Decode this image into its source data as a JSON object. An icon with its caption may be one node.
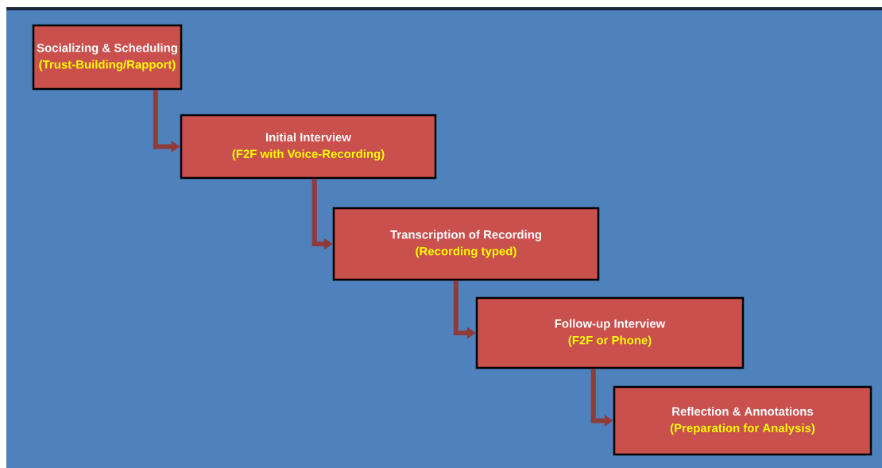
{
  "diagram": {
    "nodes": [
      {
        "text": [
          "Socializing & Scheduling",
          "(Trust-Building/Rapport)"
        ]
      },
      {
        "text": [
          "Initial Interview",
          "(F2F with Voice-Recording)"
        ]
      },
      {
        "text": [
          "Transcription of Recording",
          "(Recording typed)"
        ]
      },
      {
        "text": [
          "Follow-up Interview",
          "(F2F or Phone)"
        ]
      },
      {
        "text": [
          "Reflection & Annotations",
          "(Preparation for Analysis)"
        ]
      }
    ],
    "edges": [
      {
        "from": 0,
        "to": 1,
        "arrow": "to"
      },
      {
        "from": 1,
        "to": 2,
        "arrow": "to"
      },
      {
        "from": 2,
        "to": 3,
        "arrow": "to"
      },
      {
        "from": 3,
        "to": 4,
        "arrow": "to"
      }
    ]
  }
}
